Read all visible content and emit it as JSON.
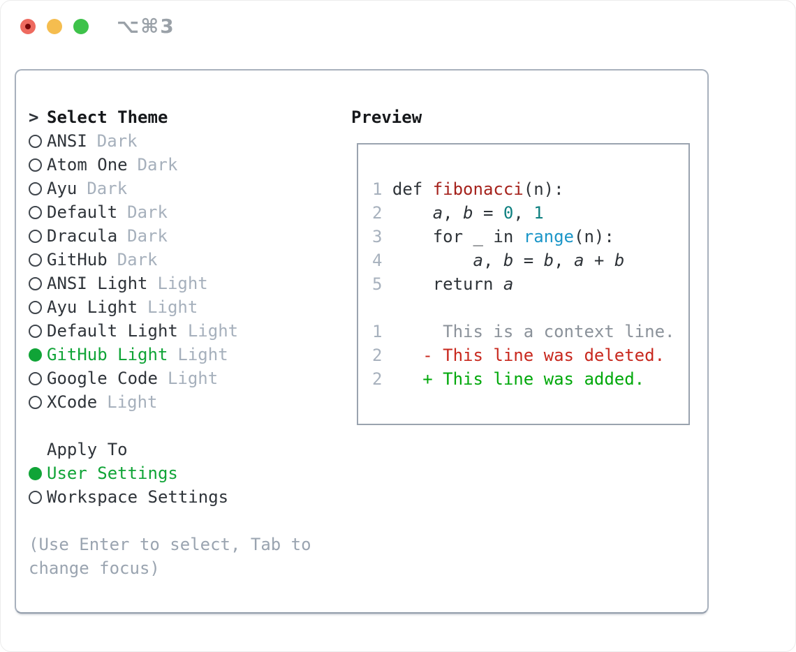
{
  "window": {
    "title": "⌥⌘3"
  },
  "colors": {
    "text_dark": "#2f343a",
    "text_muted": "#a6b0bc",
    "help": "#9aa4b0",
    "accent_green": "#10a437",
    "panel_border": "#a8b1bd",
    "box_border": "#9aa3af",
    "title_gray": "#9aa1a8",
    "num": "#a7b1bd",
    "code": "#2e3338",
    "func_red": "#a5221c",
    "number_teal": "#0f8080",
    "builtin_blue": "#1b96c8",
    "diff_ctx": "#8b929a",
    "diff_del": "#c8281e",
    "diff_add": "#00a80a",
    "light_red": "#ee6a5f",
    "light_red_dot": "#760608",
    "light_yellow": "#f5bd4f",
    "light_green": "#3ec24a"
  },
  "theme_list": {
    "prompt": ">",
    "title": "Select Theme",
    "items": [
      {
        "name": "ANSI",
        "variant": "Dark",
        "selected": false
      },
      {
        "name": "Atom One",
        "variant": "Dark",
        "selected": false
      },
      {
        "name": "Ayu",
        "variant": "Dark",
        "selected": false
      },
      {
        "name": "Default",
        "variant": "Dark",
        "selected": false
      },
      {
        "name": "Dracula",
        "variant": "Dark",
        "selected": false
      },
      {
        "name": "GitHub",
        "variant": "Dark",
        "selected": false
      },
      {
        "name": "ANSI Light",
        "variant": "Light",
        "selected": false
      },
      {
        "name": "Ayu Light",
        "variant": "Light",
        "selected": false
      },
      {
        "name": "Default Light",
        "variant": "Light",
        "selected": false
      },
      {
        "name": "GitHub Light",
        "variant": "Light",
        "selected": true
      },
      {
        "name": "Google Code",
        "variant": "Light",
        "selected": false
      },
      {
        "name": "XCode",
        "variant": "Light",
        "selected": false
      }
    ]
  },
  "apply_to": {
    "title": "Apply To",
    "options": [
      {
        "label": "User Settings",
        "selected": true
      },
      {
        "label": "Workspace Settings",
        "selected": false
      }
    ]
  },
  "help": {
    "lines": [
      "(Use Enter to select, Tab to",
      "change focus)"
    ]
  },
  "preview": {
    "title": "Preview",
    "lines": [
      {
        "segments": [
          {
            "t": "1 ",
            "c": "num"
          },
          {
            "t": "def ",
            "c": "code"
          },
          {
            "t": "fibonacci",
            "c": "func_red"
          },
          {
            "t": "(n):",
            "c": "code"
          }
        ]
      },
      {
        "segments": [
          {
            "t": "2 ",
            "c": "num"
          },
          {
            "t": "    ",
            "c": "code"
          },
          {
            "t": "a",
            "c": "code",
            "i": true
          },
          {
            "t": ", ",
            "c": "code"
          },
          {
            "t": "b",
            "c": "code",
            "i": true
          },
          {
            "t": " = ",
            "c": "code"
          },
          {
            "t": "0",
            "c": "number_teal"
          },
          {
            "t": ", ",
            "c": "code"
          },
          {
            "t": "1",
            "c": "number_teal"
          }
        ]
      },
      {
        "segments": [
          {
            "t": "3 ",
            "c": "num"
          },
          {
            "t": "    for _ in ",
            "c": "code"
          },
          {
            "t": "range",
            "c": "builtin_blue"
          },
          {
            "t": "(n):",
            "c": "code"
          }
        ]
      },
      {
        "segments": [
          {
            "t": "4 ",
            "c": "num"
          },
          {
            "t": "        ",
            "c": "code"
          },
          {
            "t": "a",
            "c": "code",
            "i": true
          },
          {
            "t": ", ",
            "c": "code"
          },
          {
            "t": "b",
            "c": "code",
            "i": true
          },
          {
            "t": " = ",
            "c": "code"
          },
          {
            "t": "b",
            "c": "code",
            "i": true
          },
          {
            "t": ", ",
            "c": "code"
          },
          {
            "t": "a",
            "c": "code",
            "i": true
          },
          {
            "t": " + ",
            "c": "code"
          },
          {
            "t": "b",
            "c": "code",
            "i": true
          }
        ]
      },
      {
        "segments": [
          {
            "t": "5 ",
            "c": "num"
          },
          {
            "t": "    return ",
            "c": "code"
          },
          {
            "t": "a",
            "c": "code",
            "i": true
          }
        ]
      },
      {
        "segments": []
      },
      {
        "segments": [
          {
            "t": "1",
            "c": "num"
          },
          {
            "t": "      This is a context line.",
            "c": "diff_ctx"
          }
        ]
      },
      {
        "segments": [
          {
            "t": "2",
            "c": "num"
          },
          {
            "t": "    - This line was deleted.",
            "c": "diff_del"
          }
        ]
      },
      {
        "segments": [
          {
            "t": "2",
            "c": "num"
          },
          {
            "t": "    + This line was added.",
            "c": "diff_add"
          }
        ]
      }
    ]
  }
}
